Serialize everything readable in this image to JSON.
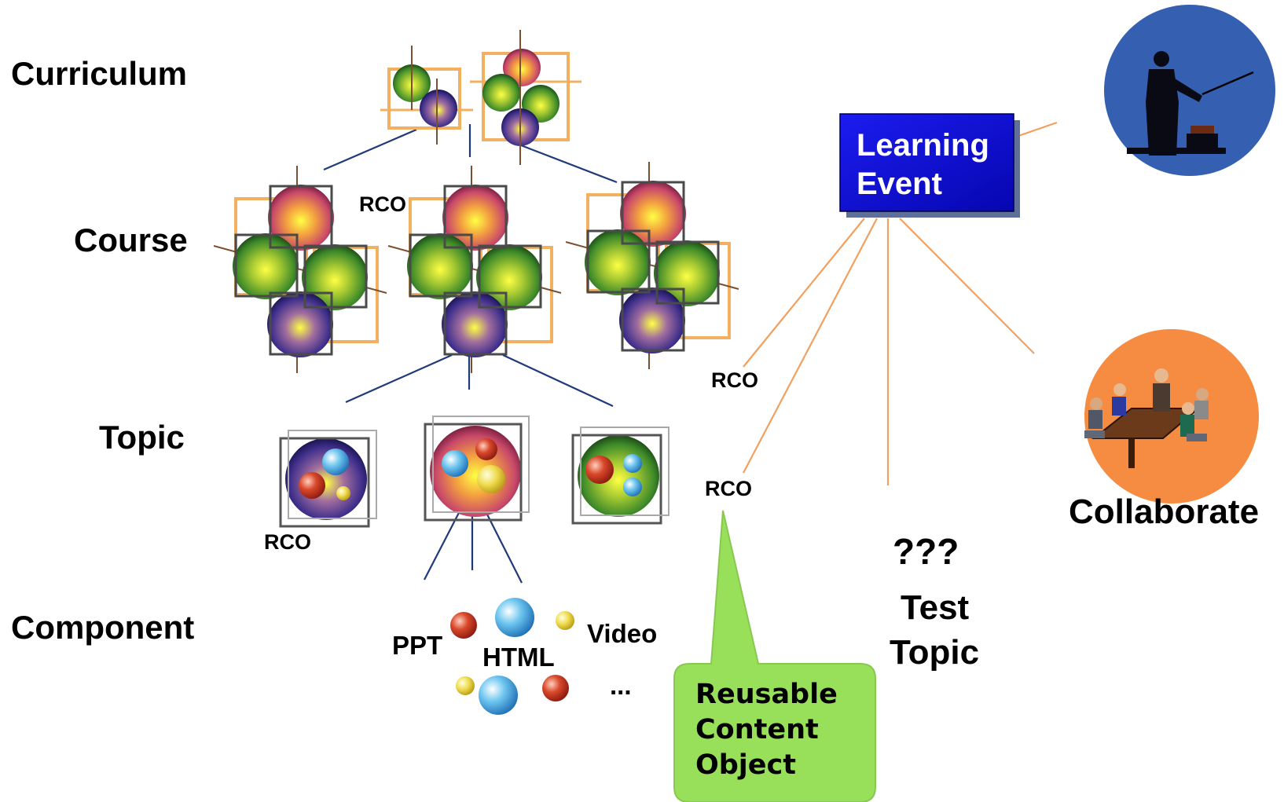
{
  "levels": {
    "curriculum": "Curriculum",
    "course": "Course",
    "topic": "Topic",
    "component": "Component"
  },
  "rco_label": "RCO",
  "components": {
    "ppt": "PPT",
    "html": "HTML",
    "video": "Video",
    "more": "..."
  },
  "learning_event": {
    "line1": "Learning",
    "line2": "Event"
  },
  "test_topic": {
    "marks": "???",
    "line1": "Test",
    "line2": "Topic"
  },
  "collaborate": "Collaborate",
  "callout": {
    "line1": "Reusable",
    "line2": "Content",
    "line3": "Object"
  },
  "colors": {
    "learning_event_bg": "#0a0ad2",
    "instructor_circle": "#3560b2",
    "collaborate_circle": "#f58c42",
    "callout_bg": "#99e05a",
    "hierarchy_lines": "#1f3a7a",
    "event_lines": "#f2a060"
  }
}
